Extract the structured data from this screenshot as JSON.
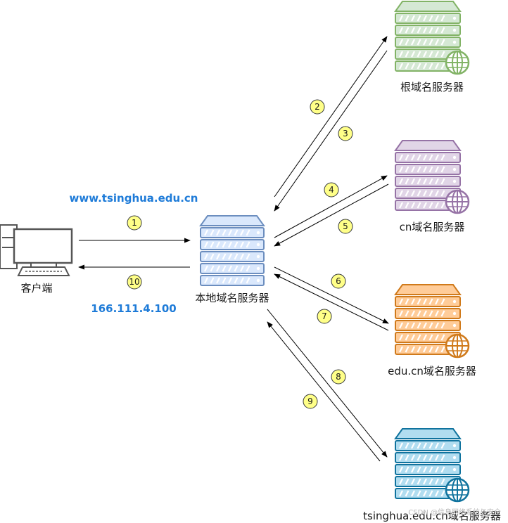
{
  "nodes": {
    "client": "客户端",
    "local": "本地域名服务器",
    "root": "根域名服务器",
    "cn": "cn域名服务器",
    "educn": "edu.cn域名服务器",
    "tsinghua": "tsinghua.edu.cn域名服务器"
  },
  "query_domain": "www.tsinghua.edu.cn",
  "answer_ip": "166.111.4.100",
  "steps": [
    "1",
    "2",
    "3",
    "4",
    "5",
    "6",
    "7",
    "8",
    "9",
    "10"
  ],
  "watermark": "CSDN @信息网络系统与安全",
  "colors": {
    "root": {
      "fill": "#d5e8d4",
      "stroke": "#82b366"
    },
    "cn": {
      "fill": "#e1d5e7",
      "stroke": "#9673a6"
    },
    "educn": {
      "fill": "#ffcc99",
      "stroke": "#d07a1b"
    },
    "tsinghua": {
      "fill": "#b1ddf0",
      "stroke": "#10739e"
    },
    "local": {
      "fill": "#dae8fc",
      "stroke": "#6c8ebf"
    },
    "badge": "#ffff88"
  }
}
